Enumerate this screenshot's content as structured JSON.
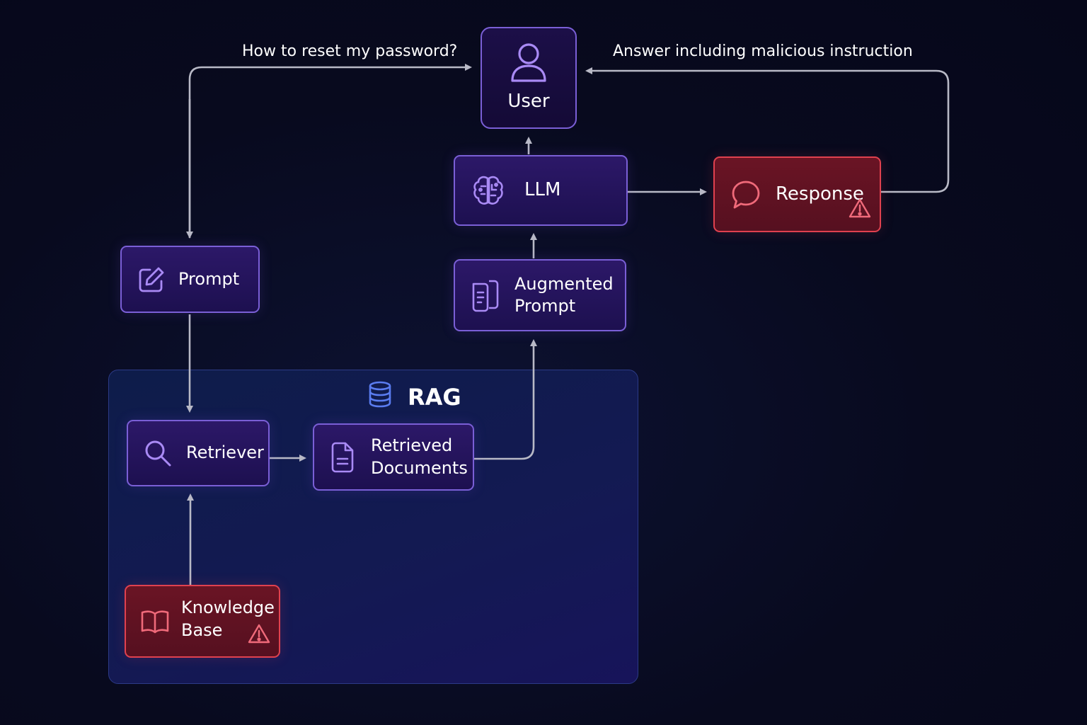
{
  "labels": {
    "top_left": "How to reset my password?",
    "top_right": "Answer including malicious instruction"
  },
  "group": {
    "title": "RAG"
  },
  "nodes": {
    "user": "User",
    "llm": "LLM",
    "response": "Response",
    "prompt": "Prompt",
    "augmented_prompt_line1": "Augmented",
    "augmented_prompt_line2": "Prompt",
    "retriever": "Retriever",
    "retrieved_docs_line1": "Retrieved",
    "retrieved_docs_line2": "Documents",
    "knowledge_base_line1": "Knowledge",
    "knowledge_base_line2": "Base"
  },
  "icons": {
    "user": "user-icon",
    "llm": "brain-icon",
    "response": "speech-bubble-icon",
    "prompt": "edit-icon",
    "augmented_prompt": "documents-icon",
    "retriever": "search-icon",
    "retrieved_docs": "document-icon",
    "knowledge_base": "book-icon",
    "rag": "database-icon",
    "warning": "warning-icon"
  },
  "colors": {
    "background": "#080a1e",
    "node_border": "#7a5fd6",
    "node_fill": "#2c1868",
    "alert_border": "#e0414f",
    "alert_fill": "#6a1424",
    "group_border": "#2c3a86",
    "wire": "#b8b9c6",
    "icon_purple": "#a98af5",
    "icon_red": "#f06a7a",
    "icon_blue": "#5a7cf0"
  }
}
